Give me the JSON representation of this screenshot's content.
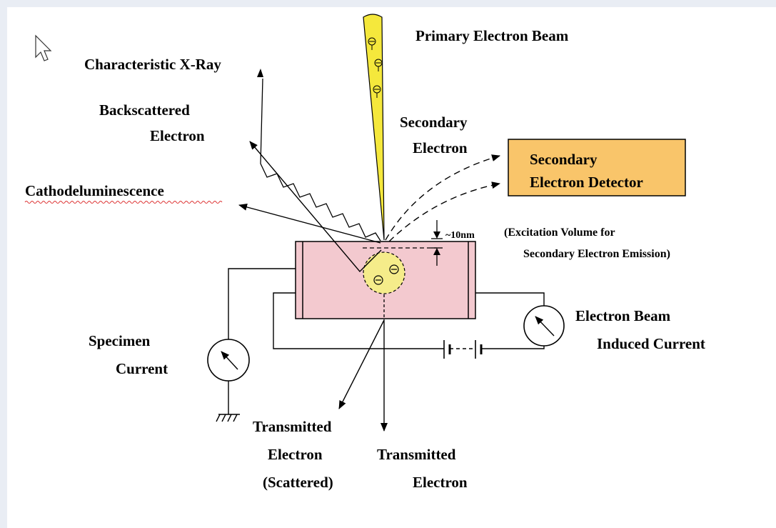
{
  "labels": {
    "primary_beam": "Primary Electron Beam",
    "xray": "Characteristic X-Ray",
    "backscattered_1": "Backscattered",
    "backscattered_2": "Electron",
    "secondary_1": "Secondary",
    "secondary_2": "Electron",
    "cathodo": "Cathodeluminescence",
    "detector_1": "Secondary",
    "detector_2": "Electron Detector",
    "depth": "~10nm",
    "excitation_1": "(Excitation Volume for",
    "excitation_2": "Secondary Electron Emission)",
    "specimen_1": "Specimen",
    "specimen_2": "Current",
    "ebic_1": "Electron Beam",
    "ebic_2": "Induced Current",
    "trans_scat_1": "Transmitted",
    "trans_scat_2": "Electron",
    "trans_scat_3": "(Scattered)",
    "trans_1": "Transmitted",
    "trans_2": "Electron"
  },
  "colors": {
    "beam": "#f5e83c",
    "specimen": "#f3c9cf",
    "detector": "#f9c56a",
    "volume": "#f5ec8a"
  },
  "icons": [
    "cursor-icon",
    "ammeter-icon",
    "ground-icon",
    "battery-icon"
  ]
}
